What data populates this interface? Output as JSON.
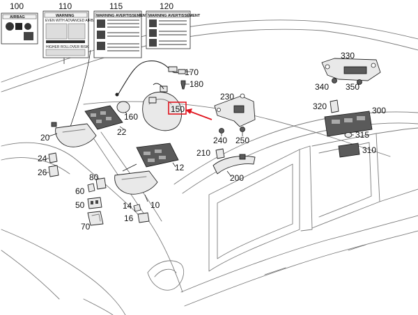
{
  "labels": {
    "l100": "100",
    "l110": "110",
    "l115": "115",
    "l120": "120",
    "l170": "170",
    "l180": "180",
    "l150": "150",
    "l160": "160",
    "l20": "20",
    "l22": "22",
    "l24": "24",
    "l26": "26",
    "l80": "80",
    "l60": "60",
    "l50": "50",
    "l70": "70",
    "l14": "14",
    "l16": "16",
    "l10": "10",
    "l12": "12",
    "l210": "210",
    "l200": "200",
    "l230": "230",
    "l240": "240",
    "l250": "250",
    "l330": "330",
    "l340": "340",
    "l350": "350",
    "l320": "320",
    "l300": "300",
    "l315": "315",
    "l310": "310"
  },
  "stickers": {
    "s100_title": "AIRBAG",
    "s110_title": "WARNING",
    "s110_sub": "EVEN WITH ADVANCED AIRBAGS",
    "s110_bottom": "HIGHER ROLLOVER RISK",
    "s115_title": "WARNING AVERTISSEMENT",
    "s120_title": "WARNING AVERTISSEMENT"
  },
  "highlight": {
    "target": "150",
    "color": "#e0141e"
  }
}
